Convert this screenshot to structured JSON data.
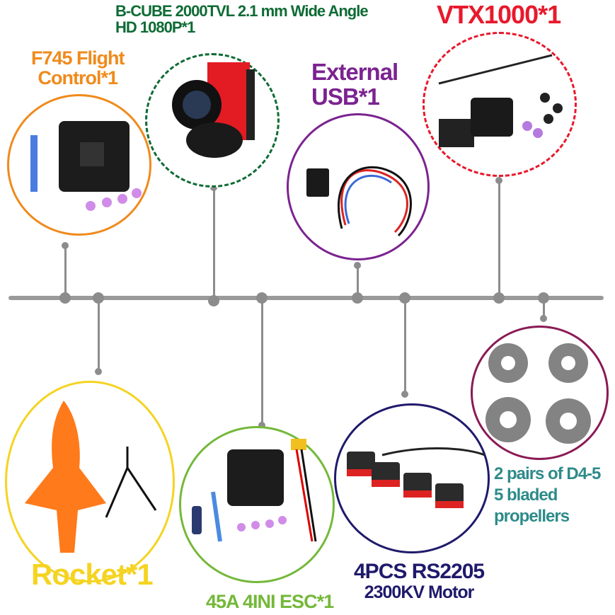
{
  "items": [
    {
      "label_lines": [
        "F745 Flight",
        "Control*1"
      ],
      "color": "#f08a1c",
      "border": "solid",
      "image": "flight-controller"
    },
    {
      "label_lines": [
        "B-CUBE 2000TVL 2.1 mm Wide Angle",
        "HD 1080P*1"
      ],
      "color": "#0e6b35",
      "border": "dashed",
      "image": "camera"
    },
    {
      "label_lines": [
        "External",
        "USB*1"
      ],
      "color": "#7b2390",
      "border": "solid",
      "image": "usb-board"
    },
    {
      "label_lines": [
        "VTX1000*1"
      ],
      "color": "#e8192c",
      "border": "dashed",
      "image": "vtx"
    },
    {
      "label_lines": [
        "Rocket*1"
      ],
      "color": "#f5d321",
      "border": "solid",
      "image": "rocket-frame"
    },
    {
      "label_lines": [
        "45A 4INI ESC*1"
      ],
      "color": "#74b83a",
      "border": "solid",
      "image": "esc"
    },
    {
      "label_lines": [
        "4PCS RS2205",
        "2300KV Motor"
      ],
      "color": "#1f1a6b",
      "border": "solid",
      "image": "motors"
    },
    {
      "label_lines": [
        "2 pairs of D4-5",
        "5 bladed",
        "propellers"
      ],
      "color": "#2e8b8a",
      "border": "solid",
      "circle_color": "#8a1a55",
      "image": "propellers"
    }
  ],
  "timeline_color": "#8c8c8c"
}
